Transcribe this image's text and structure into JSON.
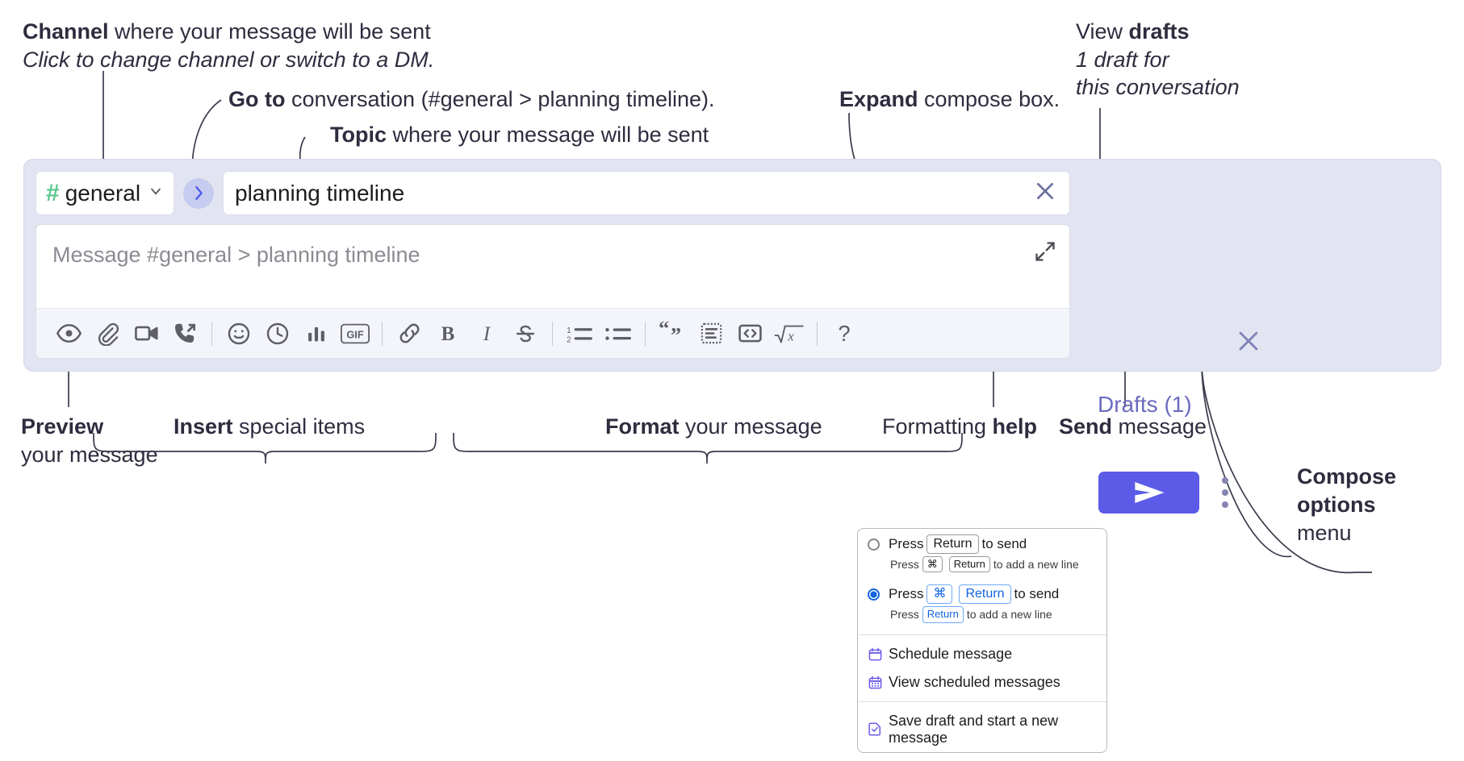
{
  "annotations": {
    "channel": {
      "line1_bold": "Channel",
      "line1_rest": " where your message will be sent",
      "line2": "Click to change channel or switch to a DM."
    },
    "goto": {
      "bold": "Go to",
      "rest": " conversation (#general > planning timeline)."
    },
    "topic": {
      "bold": "Topic",
      "rest": " where your message will be sent"
    },
    "expand": {
      "bold": "Expand",
      "rest": " compose box."
    },
    "drafts": {
      "line1_plain": "View ",
      "line1_bold": "drafts",
      "line2": "1 draft for",
      "line3": "this conversation"
    },
    "preview": {
      "bold": "Preview",
      "line2": "your message"
    },
    "insert": {
      "bold": "Insert",
      "rest": " special items"
    },
    "format": {
      "bold": "Format",
      "rest": " your message"
    },
    "formatting_help": {
      "plain": "Formatting ",
      "bold": "help"
    },
    "send": {
      "bold": "Send",
      "rest": " message"
    },
    "compose_options": {
      "line1": "Compose",
      "line2": "options",
      "line3": "menu"
    }
  },
  "compose": {
    "channel": {
      "hash": "#",
      "name": "general",
      "caret": "∨"
    },
    "goto_button_glyph": "›",
    "topic": {
      "value": "planning timeline"
    },
    "message": {
      "placeholder": "Message #general > planning timeline",
      "value": ""
    },
    "drafts_label": "Drafts (1)",
    "toolbar": [
      {
        "name": "preview-icon",
        "label": "Preview"
      },
      {
        "name": "attachment-icon",
        "label": "Attach file"
      },
      {
        "name": "video-icon",
        "label": "Record video clip"
      },
      {
        "name": "audio-call-icon",
        "label": "Record audio clip"
      },
      {
        "name": "emoji-icon",
        "label": "Emoji"
      },
      {
        "name": "clock-icon",
        "label": "Reminder"
      },
      {
        "name": "poll-icon",
        "label": "Poll"
      },
      {
        "name": "gif-icon",
        "label": "GIF"
      },
      {
        "name": "link-icon",
        "label": "Link"
      },
      {
        "name": "bold-icon",
        "label": "B"
      },
      {
        "name": "italic-icon",
        "label": "I"
      },
      {
        "name": "strikethrough-icon",
        "label": "S"
      },
      {
        "name": "ordered-list-icon",
        "label": "Ordered list"
      },
      {
        "name": "bulleted-list-icon",
        "label": "Bulleted list"
      },
      {
        "name": "blockquote-icon",
        "label": "Blockquote"
      },
      {
        "name": "code-block-icon",
        "label": "Code block"
      },
      {
        "name": "code-icon",
        "label": "Code"
      },
      {
        "name": "latex-icon",
        "label": "Math"
      },
      {
        "name": "help-icon",
        "label": "?"
      }
    ]
  },
  "options_menu": {
    "radio1": {
      "selected": false,
      "pre": "Press",
      "key": "Return",
      "post": "to send",
      "sub_pre": "Press",
      "sub_key1": "⌘",
      "sub_key2": "Return",
      "sub_post": "to add a new line"
    },
    "radio2": {
      "selected": true,
      "pre": "Press",
      "key1": "⌘",
      "key2": "Return",
      "post": "to send",
      "sub_pre": "Press",
      "sub_key": "Return",
      "sub_post": "to add a new line"
    },
    "items": [
      {
        "icon": "calendar-icon",
        "label": "Schedule message"
      },
      {
        "icon": "calendar-grid-icon",
        "label": "View scheduled messages"
      },
      {
        "icon": "save-draft-icon",
        "label": "Save draft and start a new message"
      }
    ]
  },
  "colors": {
    "compose_bg": "#e2e5f1",
    "send_button": "#5b5be8",
    "channel_hash": "#5bc98d",
    "drafts_text": "#6b6bbf",
    "goto_pill": "#c6cbf0",
    "accent_blue": "#1264e2",
    "menu_icon": "#6b5ce7",
    "ink": "#2f2c3f"
  }
}
